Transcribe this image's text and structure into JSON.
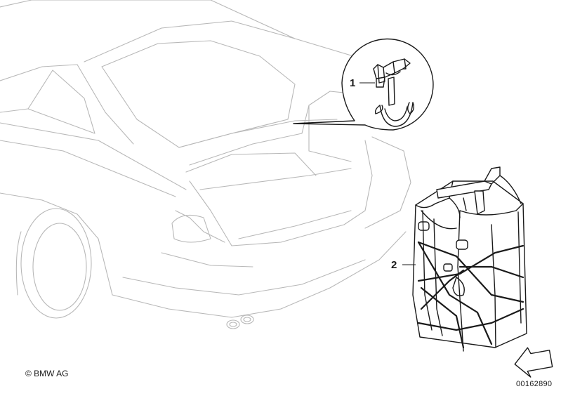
{
  "callouts": [
    {
      "id": "1",
      "label": "1"
    },
    {
      "id": "2",
      "label": "2"
    }
  ],
  "copyright": "© BMW AG",
  "document_number": "00162890",
  "colors": {
    "vehicle_outline": "#b8b8b8",
    "part_outline": "#1a1a1a"
  },
  "icons": [
    "car-rear-outline",
    "hook-icon",
    "cargo-bag-icon",
    "direction-arrow-icon"
  ]
}
